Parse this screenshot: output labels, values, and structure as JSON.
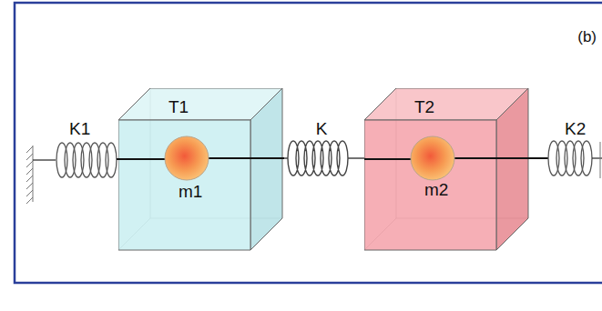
{
  "diagram": {
    "nodes": [
      {
        "text": [
          "T1",
          "m1"
        ]
      },
      {
        "text": [
          "T2",
          "m2"
        ]
      }
    ],
    "edges": [
      {
        "from": 0,
        "to": 1,
        "arrow": "none",
        "label": "K"
      }
    ],
    "labels": [
      "(b)",
      "K1",
      "K2"
    ]
  }
}
